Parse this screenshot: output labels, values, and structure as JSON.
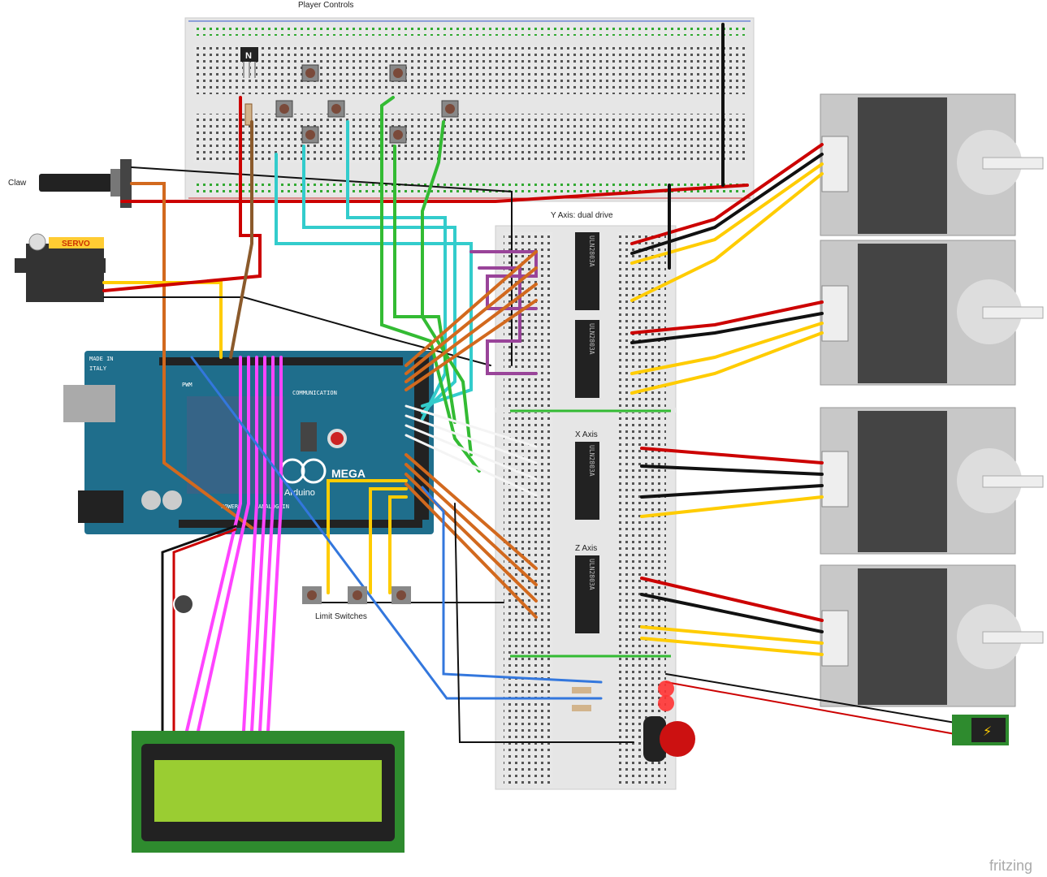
{
  "labels": {
    "player_controls": "Player Controls",
    "claw": "Claw",
    "y_axis": "Y Axis: dual drive",
    "x_axis": "X Axis",
    "z_axis": "Z Axis",
    "limit_switches": "Limit Switches",
    "fritzing": "fritzing"
  },
  "components": {
    "driver_chip": "ULN2803A",
    "servo": "SERVO",
    "arduino_brand": "MEGA",
    "arduino_name": "Arduino",
    "made_in": "MADE IN",
    "italy": "ITALY",
    "communication": "COMMUNICATION",
    "pwm": "PWM",
    "analog_in": "ANALOG IN",
    "power": "POWER",
    "transistor": "N"
  },
  "colors": {
    "arduino": "#1f6e8c",
    "breadboard": "#e6e6e6",
    "wire_red": "#cc0000",
    "wire_black": "#111111",
    "wire_yellow": "#ffcc00",
    "wire_orange": "#d2691e",
    "wire_cyan": "#33cccc",
    "wire_green": "#33bb33",
    "wire_purple": "#994499",
    "wire_magenta": "#ff44ff",
    "wire_blue": "#3377dd",
    "lcd_screen": "#9acd32",
    "lcd_pcb": "#2e8b2e",
    "stepper": "#c8c8c8"
  }
}
